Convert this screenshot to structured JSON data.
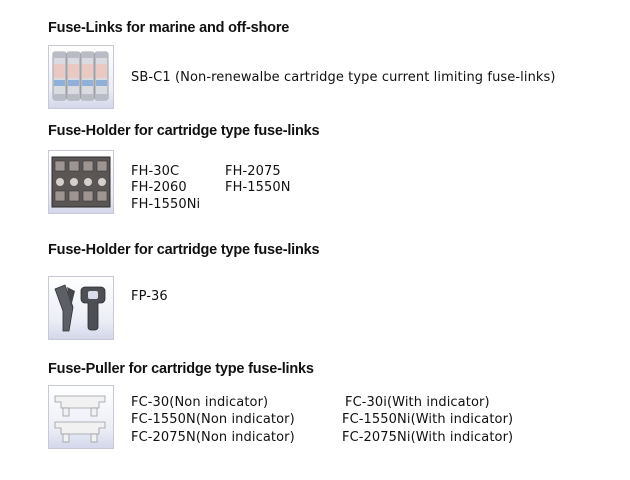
{
  "sections": [
    {
      "title": "Fuse-Links for marine and off-shore",
      "icon": "fuse-links-icon",
      "items": [
        "SB-C1 (Non-renewalbe cartridge type current limiting fuse-links)"
      ]
    },
    {
      "title": "Fuse-Holder for cartridge type fuse-links",
      "icon": "fuse-holder-icon",
      "items": [
        "FH-30C",
        "FH-2075",
        "FH-2060",
        "FH-1550N",
        "FH-1550Ni"
      ]
    },
    {
      "title": "Fuse-Holder for cartridge type fuse-links",
      "icon": "fuse-puller-tool-icon",
      "items": [
        "FP-36"
      ]
    },
    {
      "title": "Fuse-Puller for cartridge type fuse-links",
      "icon": "fuse-cover-icon",
      "items": [
        "FC-30(Non indicator)",
        "FC-30i(With indicator)",
        "FC-1550N(Non indicator)",
        "FC-1550Ni(With indicator)",
        "FC-2075N(Non indicator)",
        "FC-2075Ni(With indicator)"
      ]
    }
  ]
}
